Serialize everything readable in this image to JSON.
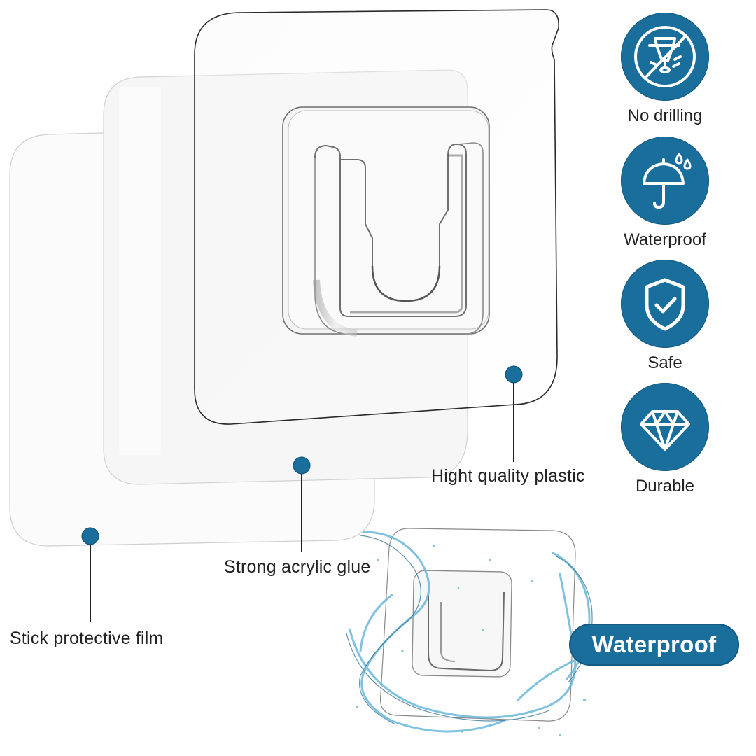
{
  "theme": {
    "accent": "#1a6e9b",
    "text": "#222222",
    "background": "#ffffff",
    "water": "#5fb3d9"
  },
  "callouts": {
    "plastic": "Hight quality plastic",
    "glue": "Strong acrylic glue",
    "film": "Stick protective film"
  },
  "features": [
    {
      "label": "No drilling",
      "icon": "no-drilling-icon"
    },
    {
      "label": "Waterproof",
      "icon": "umbrella-rain-icon"
    },
    {
      "label": "Safe",
      "icon": "shield-check-icon"
    },
    {
      "label": "Durable",
      "icon": "diamond-icon"
    }
  ],
  "badge": {
    "label": "Waterproof"
  }
}
